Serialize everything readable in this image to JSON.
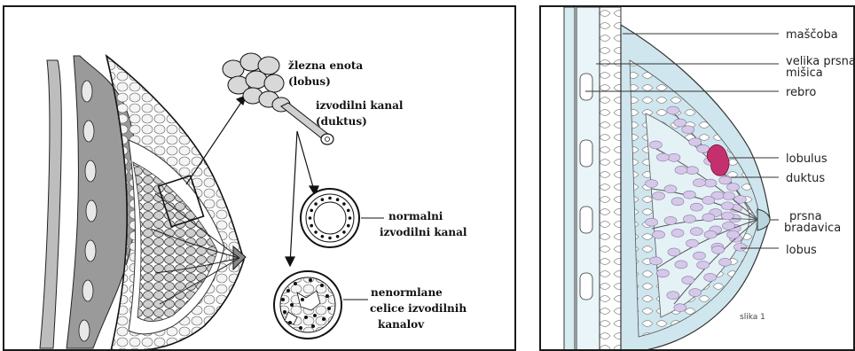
{
  "left_panel": {
    "labels": {
      "lobus": [
        "žlezna enota",
        "(lobus)"
      ],
      "duktus": [
        "izvodilni kanal",
        "(duktus)"
      ],
      "normal": [
        "normalni",
        "izvodilni kanal"
      ],
      "abnormal": [
        "nenormlane",
        "celice izvodilnih",
        "kanalov"
      ]
    }
  },
  "right_panel": {
    "labels": {
      "fat": [
        "maščoba"
      ],
      "muscle": [
        "velika prsna",
        "mišica"
      ],
      "rib": [
        "rebro"
      ],
      "lobulus": [
        "lobulus"
      ],
      "duktus": [
        "duktus"
      ],
      "nipple": [
        "prsna",
        "bradavica"
      ],
      "lobus": [
        "lobus"
      ]
    },
    "caption": "slika 1"
  },
  "colors": {
    "line": "#1a1a1a",
    "lobule_fill": "#d6c8e8",
    "highlight_lobule": "#c4306e",
    "tissue_fill": "#e4f2f6",
    "skin_fill": "#cfe6ee"
  }
}
